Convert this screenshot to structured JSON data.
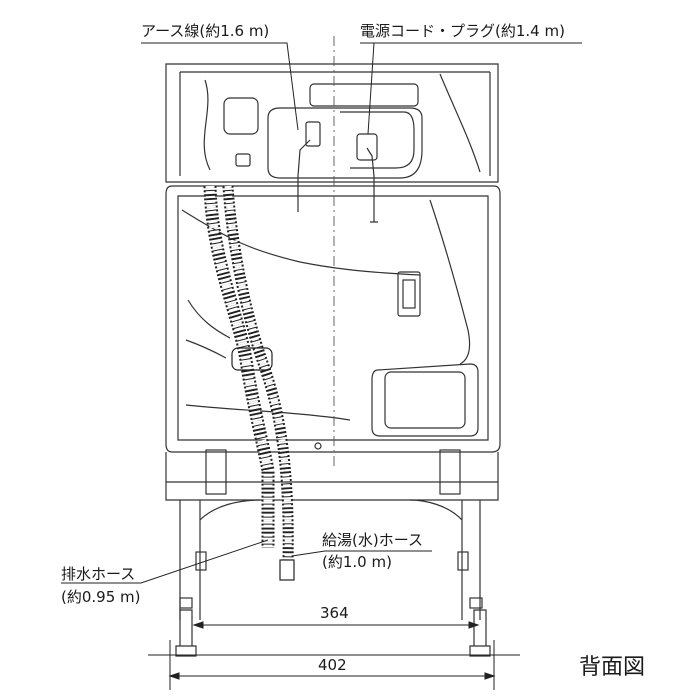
{
  "labels": {
    "earth_wire": "アース線(約1.6 m)",
    "power_cord": "電源コード・プラグ(約1.4 m)",
    "supply_hose_line1": "給湯(水)ホース",
    "supply_hose_line2": "(約1.0 m)",
    "drain_hose_line1": "排水ホース",
    "drain_hose_line2": "(約0.95 m)"
  },
  "dimensions": {
    "inner_width": "364",
    "outer_width": "402"
  },
  "view_title": "背面図"
}
